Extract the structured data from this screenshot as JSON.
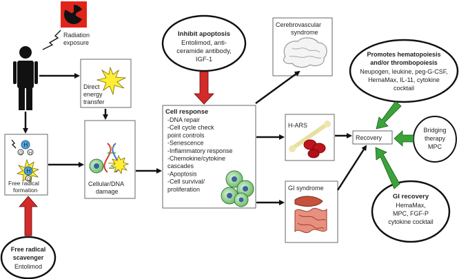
{
  "radiation": {
    "label_line1": "Radiation",
    "label_line2": "exposure",
    "symbol_icon": "radiation-trefoil-icon",
    "symbol_bg": "#e0241b"
  },
  "direct_energy": {
    "line1": "Direct",
    "line2": "energy",
    "line3": "transfer"
  },
  "free_radical": {
    "line1": "Free radical",
    "line2": "formation",
    "molecule1": {
      "center": "H",
      "left": "O",
      "right": "H"
    },
    "molecule2": {
      "center": "H",
      "left": "O"
    }
  },
  "cellular_damage": {
    "line1": "Cellular/DNA",
    "line2": "damage"
  },
  "cell_response": {
    "title": "Cell response",
    "items": [
      "-DNA repair",
      "-Cell cycle check",
      " point controls",
      "-Senescence",
      "-Inflammatory response",
      "-Chemokine/cytokine",
      " cascades",
      "-Apoptosis",
      "-Cell survival/",
      " proliferation"
    ]
  },
  "inhibit_apoptosis": {
    "title": "Inhibit apoptosis",
    "lines": [
      "Entolimod, anti-",
      "ceramide antibody,",
      "IGF-1"
    ]
  },
  "free_radical_scavenger": {
    "title_line1": "Free radical",
    "title_line2": "scavenger",
    "agent": "Entolimod"
  },
  "cerebrovascular": {
    "line1": "Cerebrovascular",
    "line2": "syndrome"
  },
  "h_ars": {
    "label": "H-ARS"
  },
  "gi_syndrome": {
    "label": "GI syndrome"
  },
  "recovery": {
    "label": "Recovery"
  },
  "hematopoiesis": {
    "title_line1": "Promotes hematopoiesis",
    "title_line2": "and/or thrombopoiesis",
    "lines": [
      "Neupogen, leukine, peg-G-CSF,",
      "HemaMax, IL-11, cytokine",
      "cocktail"
    ]
  },
  "bridging": {
    "lines": [
      "Bridging",
      "therapy",
      "MPC"
    ]
  },
  "gi_recovery": {
    "title": "GI recovery",
    "lines": [
      "HemaMax,",
      "MPC, FGF-P",
      "cytokine cocktail"
    ]
  },
  "colors": {
    "inhibitor_arrow": "#d42a2a",
    "promoter_arrow": "#3aa43a",
    "lightning": "#ffee33",
    "cell_fill": "#8fd08f"
  }
}
